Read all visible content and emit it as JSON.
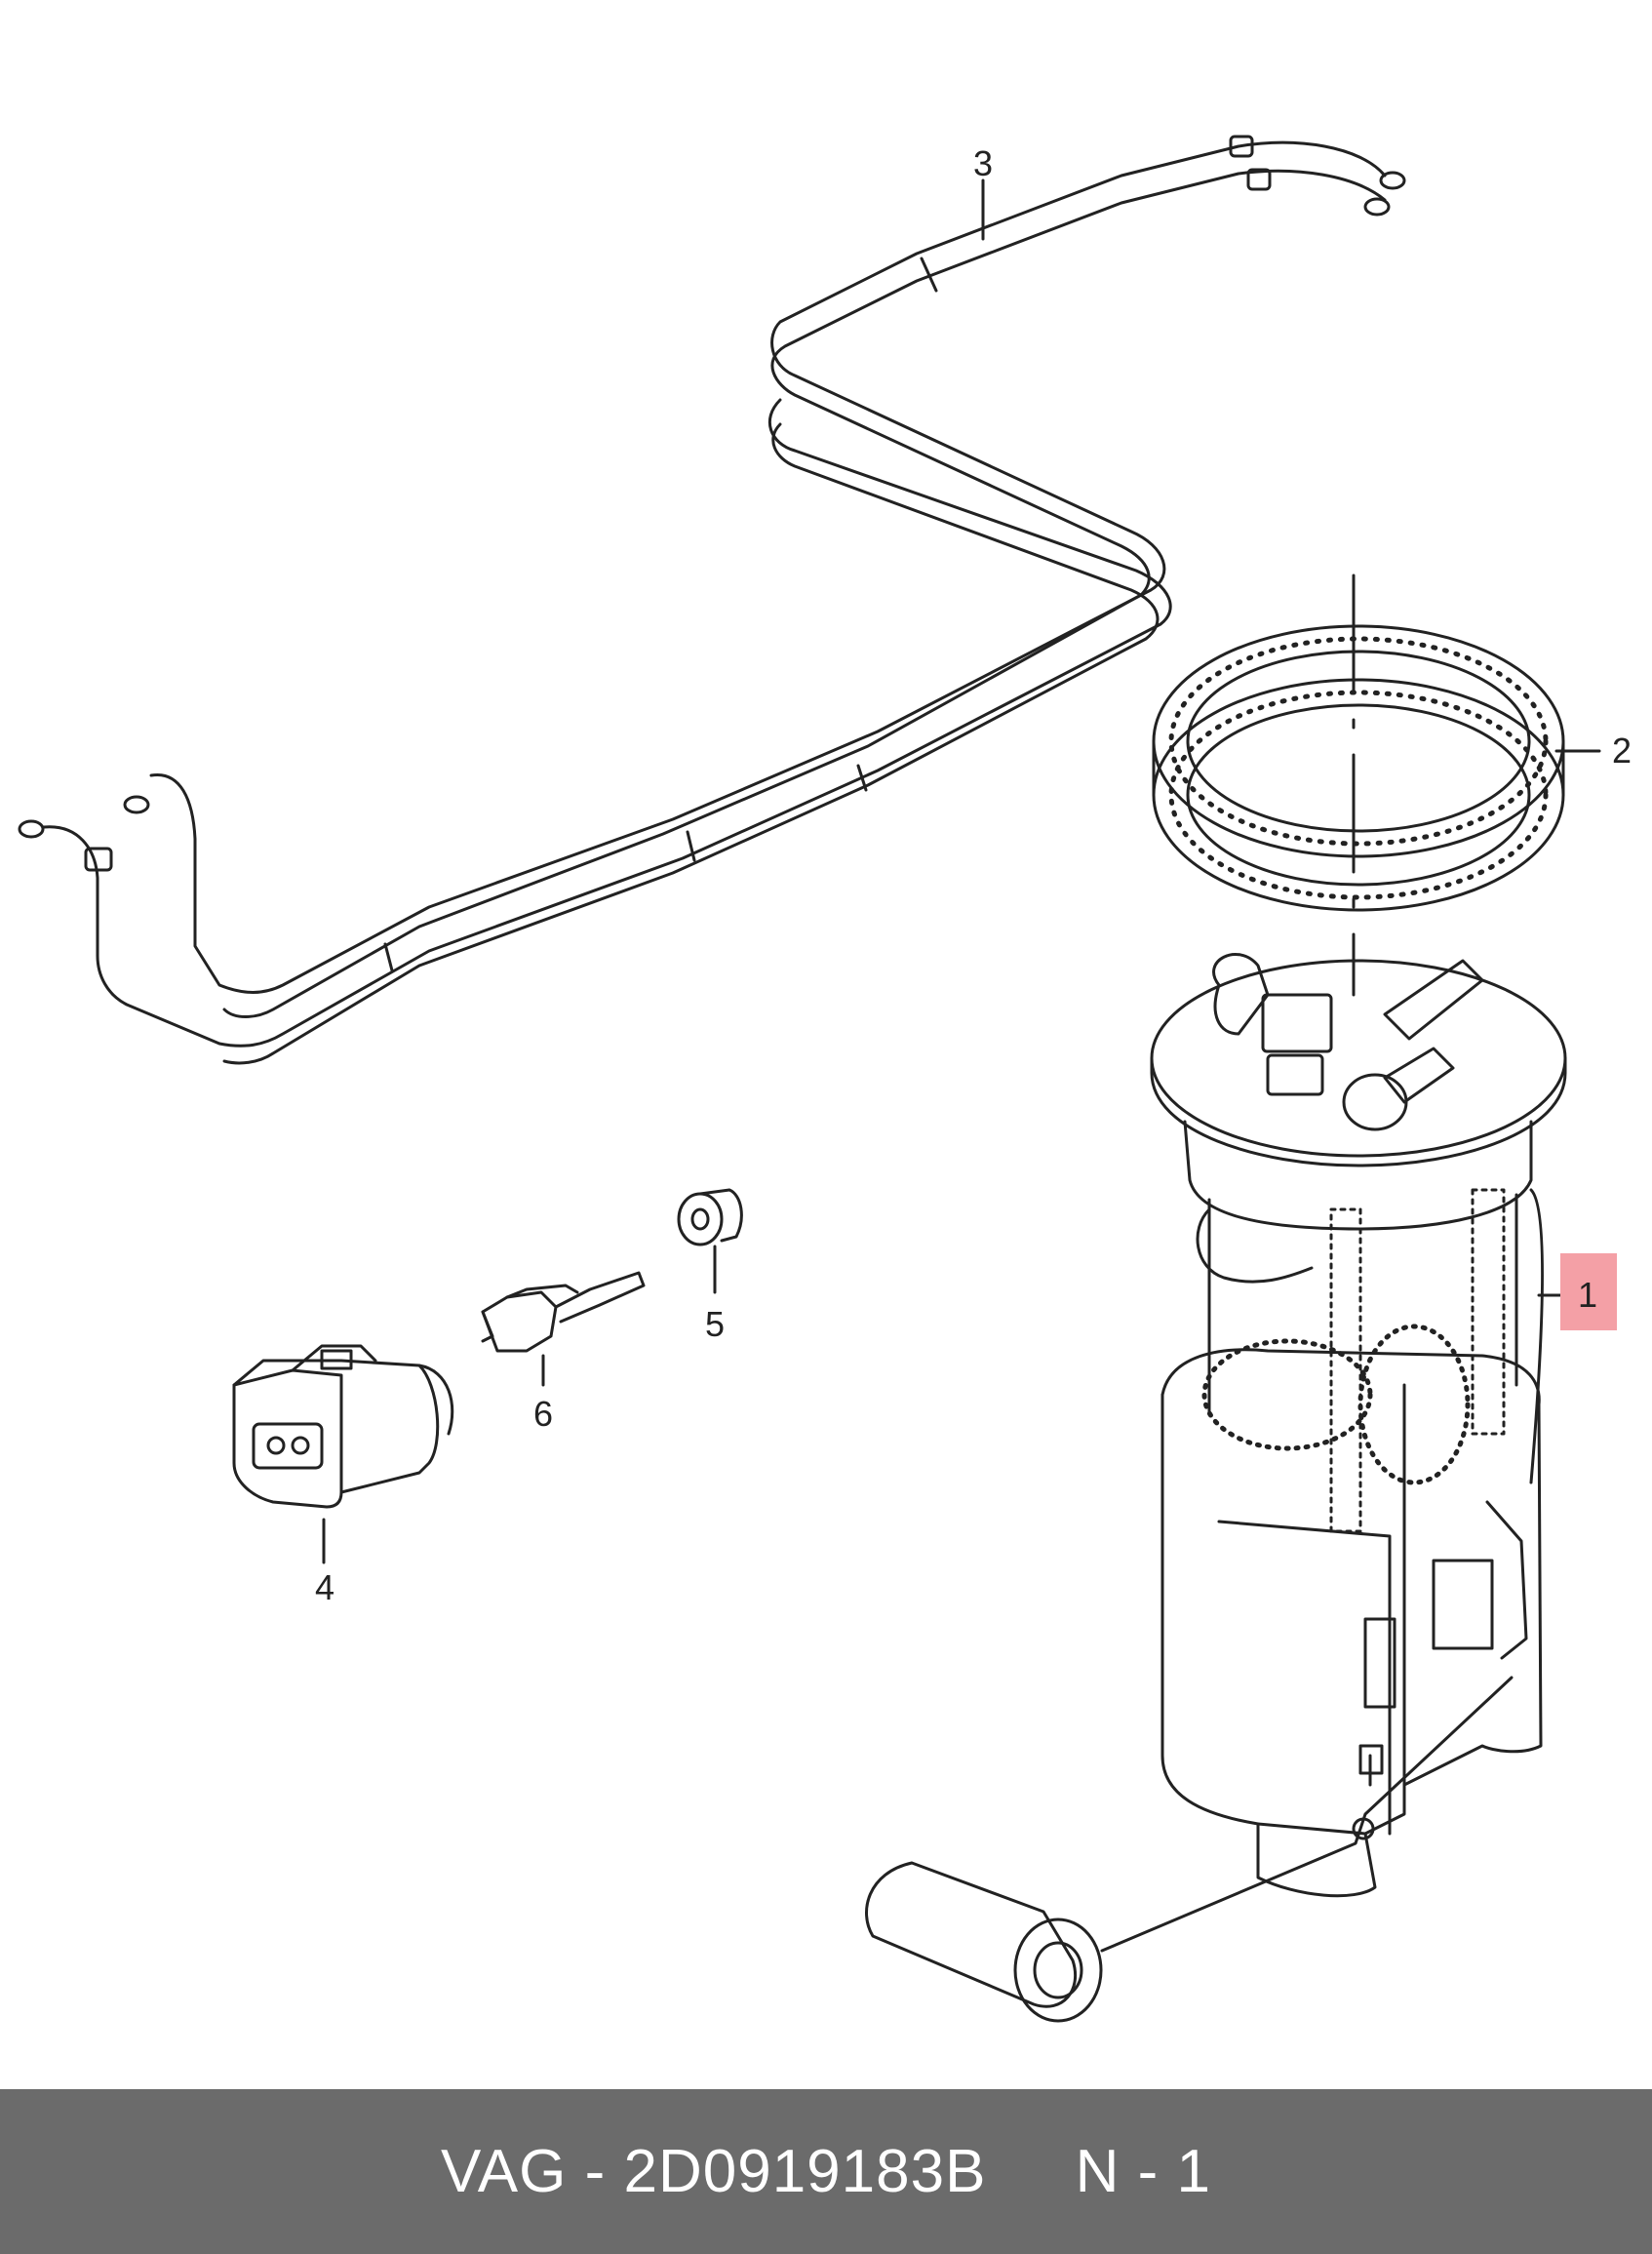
{
  "colors": {
    "background": "#ffffff",
    "line": "#222222",
    "highlight": "#f4a0a6",
    "footer_bg": "#6b6b6b",
    "footer_text": "#ffffff"
  },
  "callouts": {
    "c1": "1",
    "c2": "2",
    "c3": "3",
    "c4": "4",
    "c5": "5",
    "c6": "6"
  },
  "footer": {
    "brand": "VAG",
    "sep1": " - ",
    "part_number": "2D0919183B",
    "gap": "     ",
    "position": "N - 1"
  }
}
